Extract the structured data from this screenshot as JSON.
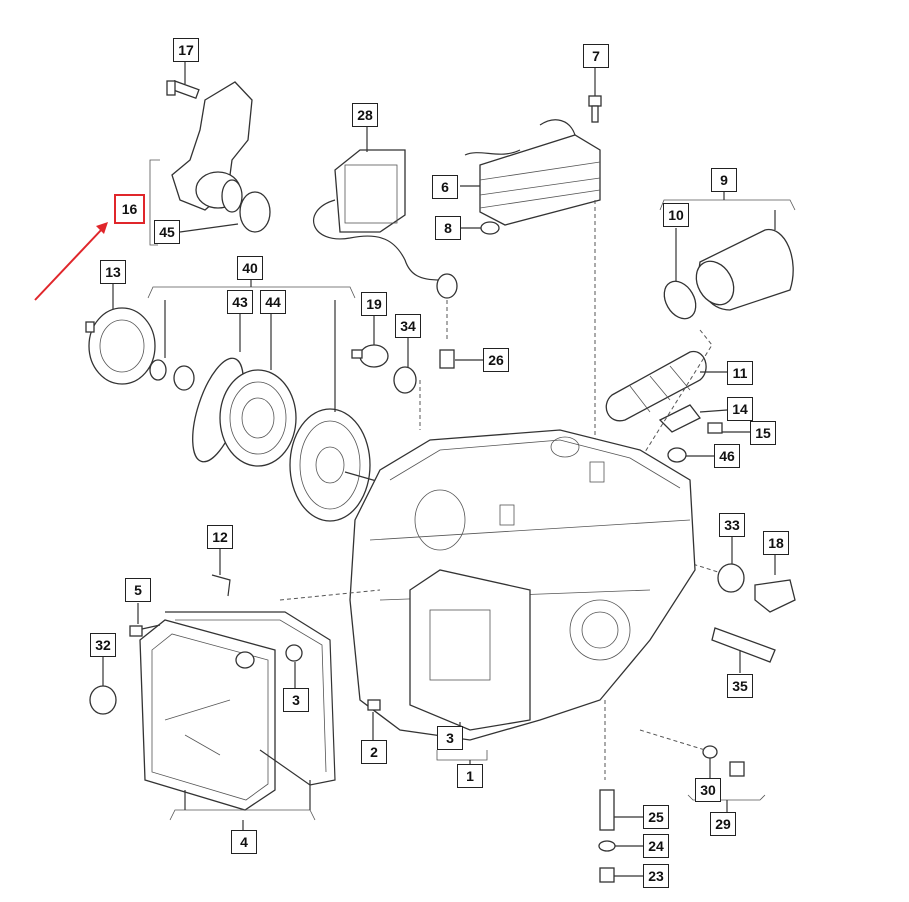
{
  "diagram": {
    "highlight_color": "#e0262b",
    "highlighted_callout": "16",
    "callouts": [
      {
        "id": "c17",
        "label": "17"
      },
      {
        "id": "c16",
        "label": "16"
      },
      {
        "id": "c45",
        "label": "45"
      },
      {
        "id": "c28",
        "label": "28"
      },
      {
        "id": "c7",
        "label": "7"
      },
      {
        "id": "c6",
        "label": "6"
      },
      {
        "id": "c8",
        "label": "8"
      },
      {
        "id": "c9",
        "label": "9"
      },
      {
        "id": "c10",
        "label": "10"
      },
      {
        "id": "c13",
        "label": "13"
      },
      {
        "id": "c40",
        "label": "40"
      },
      {
        "id": "c43",
        "label": "43"
      },
      {
        "id": "c44",
        "label": "44"
      },
      {
        "id": "c19",
        "label": "19"
      },
      {
        "id": "c34",
        "label": "34"
      },
      {
        "id": "c26",
        "label": "26"
      },
      {
        "id": "c11",
        "label": "11"
      },
      {
        "id": "c14",
        "label": "14"
      },
      {
        "id": "c15",
        "label": "15"
      },
      {
        "id": "c46",
        "label": "46"
      },
      {
        "id": "c33",
        "label": "33"
      },
      {
        "id": "c18",
        "label": "18"
      },
      {
        "id": "c12",
        "label": "12"
      },
      {
        "id": "c5",
        "label": "5"
      },
      {
        "id": "c32",
        "label": "32"
      },
      {
        "id": "c3a",
        "label": "3"
      },
      {
        "id": "c35",
        "label": "35"
      },
      {
        "id": "c2",
        "label": "2"
      },
      {
        "id": "c3b",
        "label": "3"
      },
      {
        "id": "c1",
        "label": "1"
      },
      {
        "id": "c30",
        "label": "30"
      },
      {
        "id": "c29",
        "label": "29"
      },
      {
        "id": "c25",
        "label": "25"
      },
      {
        "id": "c24",
        "label": "24"
      },
      {
        "id": "c4",
        "label": "4"
      },
      {
        "id": "c23",
        "label": "23"
      }
    ]
  }
}
